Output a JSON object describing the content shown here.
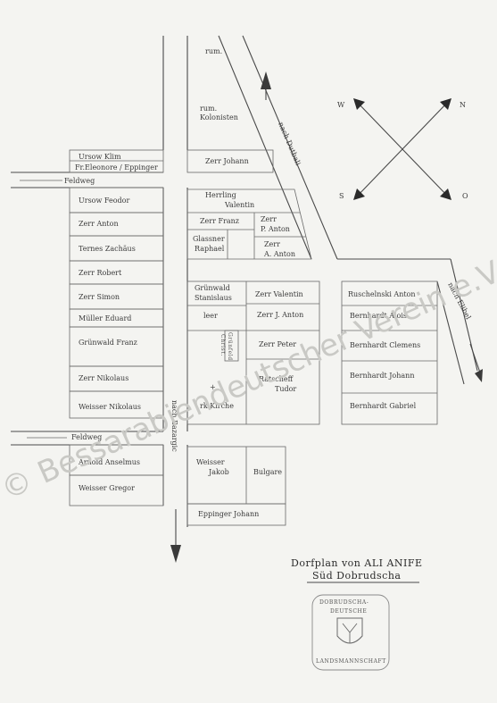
{
  "labels": {
    "rum_kolonisten_1": "rum.",
    "rum_kolonisten_2": "Kolonisten",
    "nach_dutbali": "nach Dutbali",
    "nach_elibel": "nach Elibel",
    "nach_bazargic": "nach Bazargic",
    "feldweg_top": "Feldweg",
    "feldweg_bottom": "Feldweg",
    "ursow_klim": "Ursow Klim",
    "fr_eleonore": "Fr.Eleonore / Eppinger",
    "zerr_johann": "Zerr Johann",
    "ursow_feodor": "Ursow Feodor",
    "zerr_anton": "Zerr Anton",
    "ternes_zachaeus": "Ternes Zachäus",
    "zerr_robert": "Zerr Robert",
    "zerr_simon": "Zerr Simon",
    "mueller_eduard": "Müller Eduard",
    "gruenwald_franz": "Grünwald Franz",
    "zerr_nikolaus": "Zerr Nikolaus",
    "weisser_nikolaus": "Weisser Nikolaus",
    "arnold_anselmus": "Arnold Anselmus",
    "weisser_gregor": "Weisser Gregor",
    "herrling_1": "Herrling",
    "herrling_2": "Valentin",
    "zerr_franz": "Zerr Franz",
    "zerr_p_anton_1": "Zerr",
    "zerr_p_anton_2": "P. Anton",
    "glassner_1": "Glassner",
    "glassner_2": "Raphael",
    "zerr_a_anton_1": "Zerr",
    "zerr_a_anton_2": "A. Anton",
    "gruenwald_stanislaus_1": "Grünwald",
    "gruenwald_stanislaus_2": "Stanislaus",
    "leer": "leer",
    "gruenfeld_1": "Grünfeld",
    "gruenfeld_2": "Christ.",
    "rk_kirche": "rk.Kirche",
    "zerr_valentin": "Zerr Valentin",
    "zerr_j_anton": "Zerr J. Anton",
    "zerr_peter": "Zerr Peter",
    "ratscheff_1": "Ratscheff",
    "ratscheff_2": "Tudor",
    "ruschelnski_anton": "Ruschelnski Anton",
    "bernhardt_alois": "Bernhardt Alois",
    "bernhardt_clemens": "Bernhardt Clemens",
    "bernhardt_johann": "Bernhardt Johann",
    "bernhardt_gabriel": "Bernhardt Gabriel",
    "weisser_jakob_1": "Weisser",
    "weisser_jakob_2": "Jakob",
    "bulgare": "Bulgare",
    "eppinger_johann": "Eppinger Johann"
  },
  "compass": {
    "w": "W",
    "n": "N",
    "s": "S",
    "o": "O"
  },
  "title": {
    "line1": "Dorfplan von ALI ANIFE",
    "line2": "Süd Dobrudscha"
  },
  "stamp": {
    "top1": "DOBRUDSCHA-",
    "top2": "DEUTSCHE",
    "bottom": "LANDSMANNSCHAFT"
  },
  "watermark": "© Bessarabiendeutscher Verein e.V."
}
